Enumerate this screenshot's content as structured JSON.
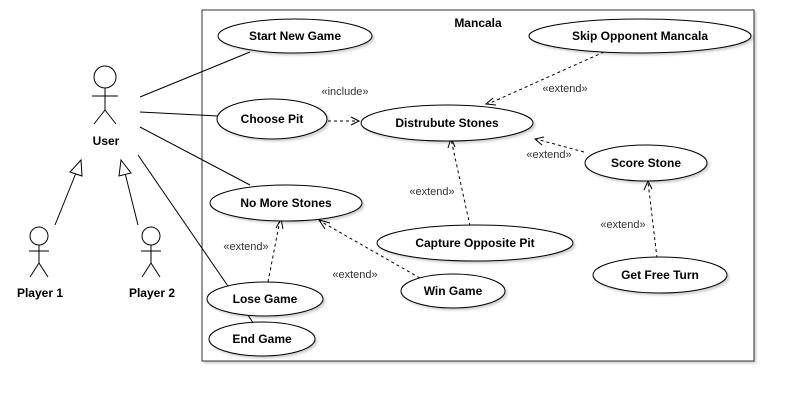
{
  "system": {
    "title": "Mancala"
  },
  "actors": {
    "user": "User",
    "player1": "Player 1",
    "player2": "Player 2"
  },
  "use_cases": {
    "start_new_game": "Start New Game",
    "skip_opponent_mancala": "Skip Opponent Mancala",
    "choose_pit": "Choose Pit",
    "distribute_stones": "Distrubute Stones",
    "score_stone": "Score Stone",
    "no_more_stones": "No More Stones",
    "capture_opposite_pit": "Capture Opposite Pit",
    "get_free_turn": "Get Free Turn",
    "lose_game": "Lose Game",
    "win_game": "Win Game",
    "end_game": "End Game"
  },
  "stereotypes": {
    "include": "«include»",
    "extend": "«extend»"
  }
}
